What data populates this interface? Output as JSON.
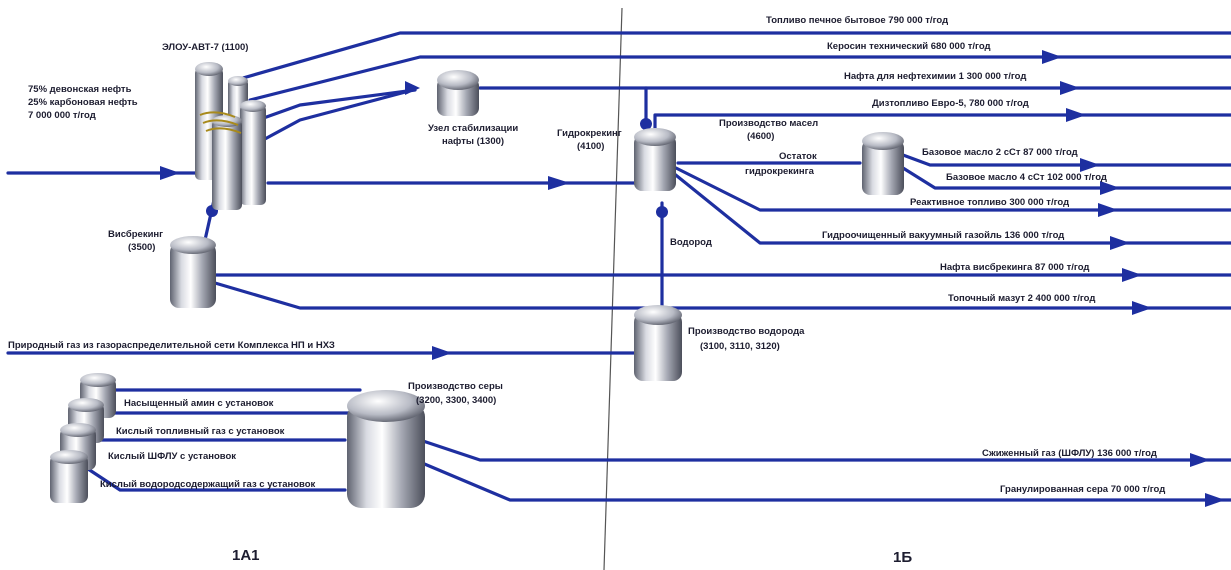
{
  "zones": {
    "left": "1А1",
    "right": "1Б"
  },
  "input_feed": {
    "line1": "75% девонская нефть",
    "line2": "25% карбоновая нефть",
    "line3": "7 000 000 т/год"
  },
  "units": {
    "elou": "ЭЛОУ-АВТ-7 (1100)",
    "stab_line1": "Узел стабилизации",
    "stab_line2": "нафты (1300)",
    "hydro_line1": "Гидрокрекинг",
    "hydro_line2": "(4100)",
    "visb_line1": "Висбрекинг",
    "visb_line2": "(3500)",
    "oil_line1": "Производство масел",
    "oil_line2": "(4600)",
    "h2_line1": "Производство водорода",
    "h2_line2": "(3100, 3110, 3120)",
    "sulfur_line1": "Производство серы",
    "sulfur_line2": "(3200, 3300, 3400)"
  },
  "streams": {
    "residue_line1": "Остаток",
    "residue_line2": "гидрокрекинга",
    "hydrogen": "Водород",
    "natural_gas": "Природный газ из газораспределительной сети Комплекса НП и НХЗ"
  },
  "products": [
    "Топливо печное бытовое  790 000 т/год",
    "Керосин технический 680 000 т/год",
    "Нафта для нефтехимии 1 300 000 т/год",
    "Дизтопливо Евро-5, 780 000 т/год",
    "Базовое масло 2 сСт 87 000 т/год",
    "Базовое масло 4 сСт 102 000 т/год",
    "Реактивное топливо 300 000 т/год",
    "Гидроочищенный вакуумный газойль 136 000 т/год",
    "Нафта висбрекинга 87 000 т/год",
    "Топочный мазут 2 400 000 т/год",
    "Сжиженный газ (ШФЛУ) 136 000 т/год",
    "Гранулированная сера  70 000 т/год"
  ],
  "sulfur_inputs": [
    "Насыщенный амин с установок",
    "Кислый топливный газ с установок",
    "Кислый ШФЛУ с установок",
    "Кислый водородсодержащий газ с установок"
  ],
  "colors": {
    "pipe": "#1e2fa0",
    "arrow": "#1e2fa0",
    "tank_light": "#ffffff",
    "tank_dark": "#6e7280",
    "divider": "#555555"
  }
}
